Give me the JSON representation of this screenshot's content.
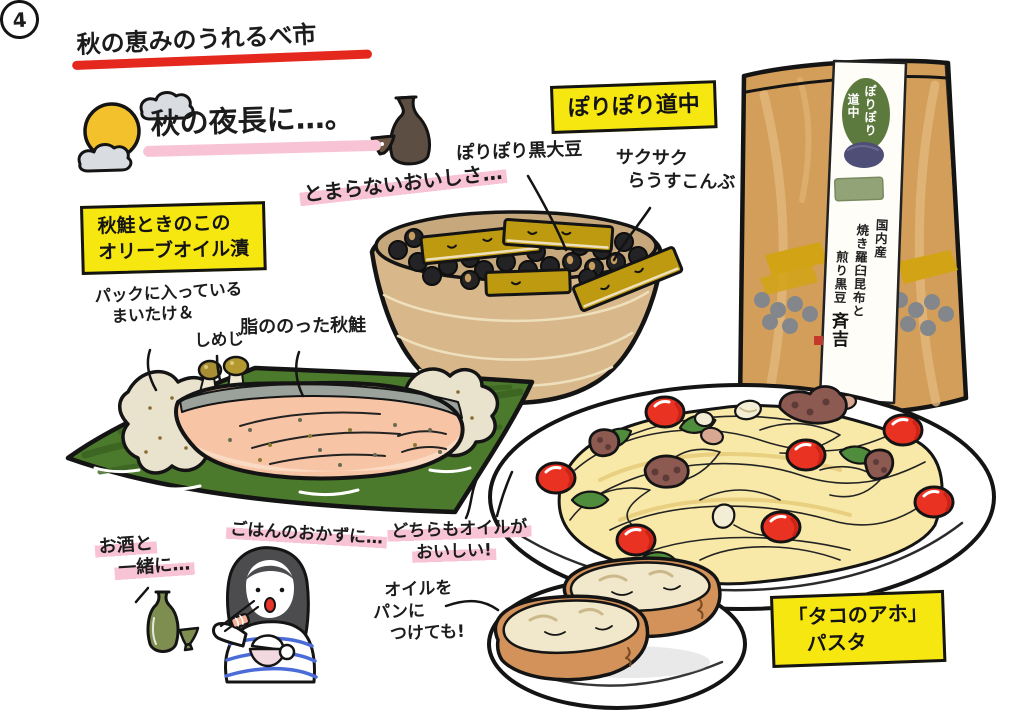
{
  "header": {
    "title": "秋の恵みのうれるべ市",
    "episode_number": "4",
    "subtitle": "秋の夜長に…。"
  },
  "callouts": {
    "snack_name_box": "ぽりぽり道中",
    "beans_label": "ぽりぽり黒大豆",
    "kombu_label_line1": "サクサク",
    "kombu_label_line2": "らうすこんぶ",
    "endless_tasty": "とまらないおいしさ…",
    "salmon_box_line1": "秋鮭ときのこの",
    "salmon_box_line2": "オリーブオイル漬",
    "pack_label_line1": "パックに入っている",
    "pack_label_line2": "まいたけ＆",
    "pack_label_line3": "しめじ",
    "fatty_salmon_label": "脂ののった秋鮭",
    "with_sake_line1": "お酒と",
    "with_sake_line2": "一緒に…",
    "rice_side_label": "ごはんのおかずに…",
    "both_oil_line1": "どちらもオイルが",
    "both_oil_line2": "おいしい!",
    "oil_bread_line1": "オイルを",
    "oil_bread_line2": "パンに",
    "oil_bread_line3": "つけても!",
    "pasta_box_line1": "「タコのアホ」",
    "pasta_box_line2": "パスタ"
  },
  "package": {
    "logo_col1": "ぽりぽり",
    "logo_col2": "道中",
    "desc_col1": "国内産",
    "desc_col2": "焼き羅臼昆布と",
    "desc_col3": "煎り黒豆",
    "brand": "斉吉"
  },
  "colors": {
    "highlight_yellow": "#f7e711",
    "highlight_pink": "#f8c3d5",
    "underline_red": "#e5281e",
    "bag_kraft": "#d29e59",
    "leaf_green": "#4c7a2c",
    "salmon_pink": "#f7c5a6"
  }
}
